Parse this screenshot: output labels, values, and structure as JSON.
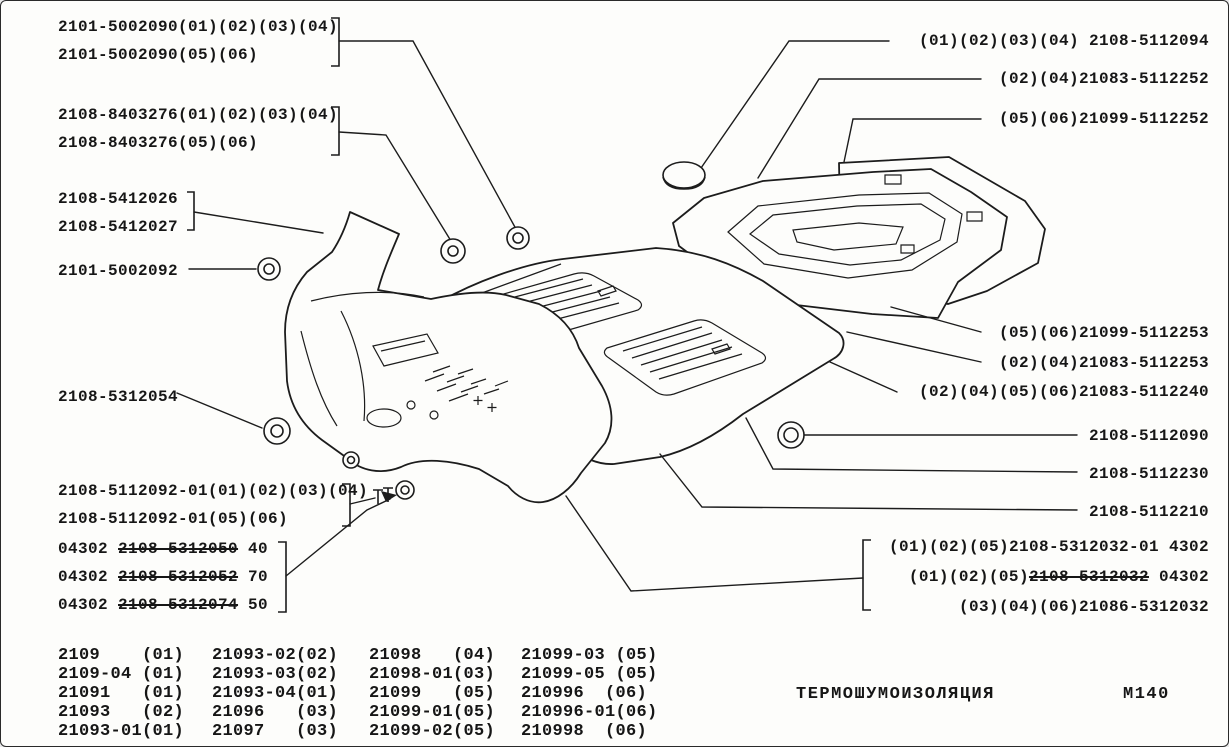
{
  "page": {
    "title": "ТЕРМОШУМОИЗОЛЯЦИЯ",
    "code": "М140"
  },
  "labels": {
    "left": [
      {
        "line1": "2101-5002090(01)(02)(03)(04)",
        "line2": "2101-5002090(05)(06)"
      },
      {
        "line1": "2108-8403276(01)(02)(03)(04)",
        "line2": "2108-8403276(05)(06)"
      },
      {
        "line1": "2108-5412026",
        "line2": "2108-5412027"
      },
      {
        "line1": "2101-5002092"
      },
      {
        "line1": "2108-5312054"
      },
      {
        "line1": "2108-5112092-01(01)(02)(03)(04)",
        "line2": "2108-5112092-01(05)(06)"
      }
    ],
    "left_struck": [
      {
        "prefix": "04302 ",
        "struck": "2108-5312050",
        "suffix": " 40"
      },
      {
        "prefix": "04302 ",
        "struck": "2108-5312052",
        "suffix": " 70"
      },
      {
        "prefix": "04302 ",
        "struck": "2108-5312074",
        "suffix": " 50"
      }
    ],
    "right": [
      "(01)(02)(03)(04) 2108-5112094",
      "(02)(04)21083-5112252",
      "(05)(06)21099-5112252",
      "(05)(06)21099-5112253",
      "(02)(04)21083-5112253",
      "(02)(04)(05)(06)21083-5112240",
      "2108-5112090",
      "2108-5112230",
      "2108-5112210"
    ],
    "right_struck": [
      {
        "prefix": "(01)(02)(05)2108-5312032-01 4302",
        "struck": "",
        "suffix": ""
      },
      {
        "prefix": "(01)(02)(05)",
        "struck": "2108-5312032",
        "suffix": " 04302"
      },
      {
        "prefix": "(03)(04)(06)21086-5312032",
        "struck": "",
        "suffix": ""
      }
    ]
  },
  "table": {
    "col1": [
      "2109    (01)",
      "2109-04 (01)",
      "21091   (01)",
      "21093   (02)",
      "21093-01(01)"
    ],
    "col2": [
      "21093-02(02)",
      "21093-03(02)",
      "21093-04(01)",
      "21096   (03)",
      "21097   (03)"
    ],
    "col3": [
      "21098   (04)",
      "21098-01(03)",
      "21099   (05)",
      "21099-01(05)",
      "21099-02(05)"
    ],
    "col4": [
      "21099-03 (05)",
      "21099-05 (05)",
      "210996  (06)",
      "210996-01(06)",
      "210998  (06)"
    ]
  }
}
